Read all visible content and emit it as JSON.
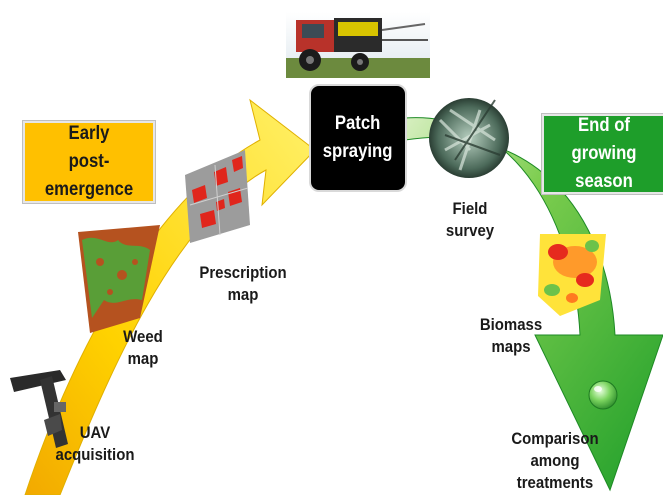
{
  "colors": {
    "yellow_arrow": "#ffe000",
    "green_arrow": "#2f9e2f",
    "early_box": "#ffc000",
    "patch_box": "#000000",
    "end_box": "#1e9e2a",
    "weed_map": "#b5521f",
    "weed_patch": "#4fa63a"
  },
  "stages": {
    "early": "Early\npost-emergence",
    "patch": "Patch\nspraying",
    "end": "End of growing\nseason"
  },
  "steps": {
    "uav": "UAV\nacquisition",
    "weed_map": "Weed\nmap",
    "prescription_map": "Prescription\nmap",
    "field_survey": "Field\nsurvey",
    "biomass_maps": "Biomass\nmaps",
    "comparison": "Comparison\namong\ntreatments"
  },
  "pictures": {
    "uav": "uav-drone-icon",
    "weed_map": "weed-map-image",
    "prescription_map": "prescription-map-image",
    "tractor": "tractor-sprayer-photo",
    "field_survey": "field-survey-photo",
    "biomass": "biomass-map-image",
    "droplet": "water-drop-icon"
  }
}
